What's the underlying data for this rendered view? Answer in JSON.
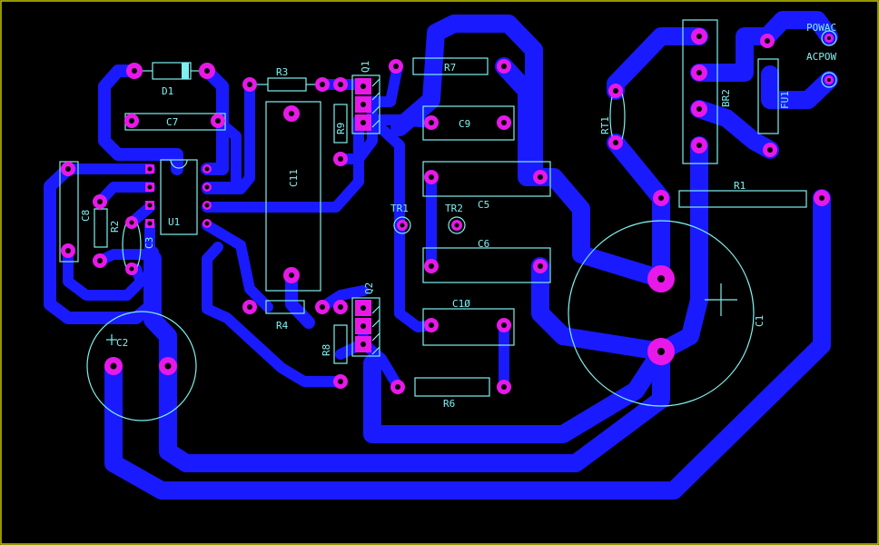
{
  "board": {
    "background": "#000000",
    "trace_color": "#1a1aff",
    "silk_color": "#7ff0f0",
    "pad_color": "#e818e8"
  },
  "labels": {
    "D1": "D1",
    "R3": "R3",
    "Q1": "Q1",
    "R7": "R7",
    "C7": "C7",
    "R9": "R9",
    "C9": "C9",
    "C11": "C11",
    "C8": "C8",
    "R2": "R2",
    "C3": "C3",
    "U1": "U1",
    "TR1": "TR1",
    "TR2": "TR2",
    "C5": "C5",
    "C6": "C6",
    "R4": "R4",
    "Q2": "Q2",
    "C10": "C1Ø",
    "R8": "R8",
    "R6": "R6",
    "C2": "C2",
    "RT1": "RT1",
    "BR2": "BR2",
    "FU1": "FU1",
    "R1": "R1",
    "C1": "C1",
    "POWAC": "POWAC",
    "ACPOW": "ACPOW"
  }
}
